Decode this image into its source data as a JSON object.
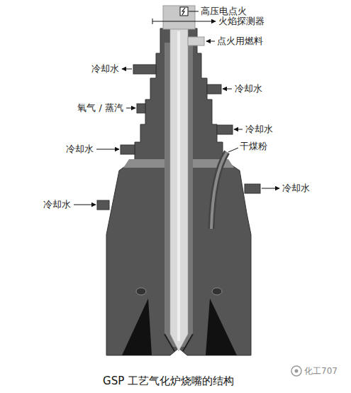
{
  "diagram": {
    "caption": "GSP 工艺气化炉烧嘴的结构",
    "labels": [
      "高压电点火",
      "火焰探测器",
      "点火用燃料",
      "冷却水",
      "冷却水",
      "氧气 / 蒸汽",
      "冷却水",
      "冷却水",
      "干煤粉",
      "冷却水",
      "冷却水",
      "化工707"
    ]
  }
}
